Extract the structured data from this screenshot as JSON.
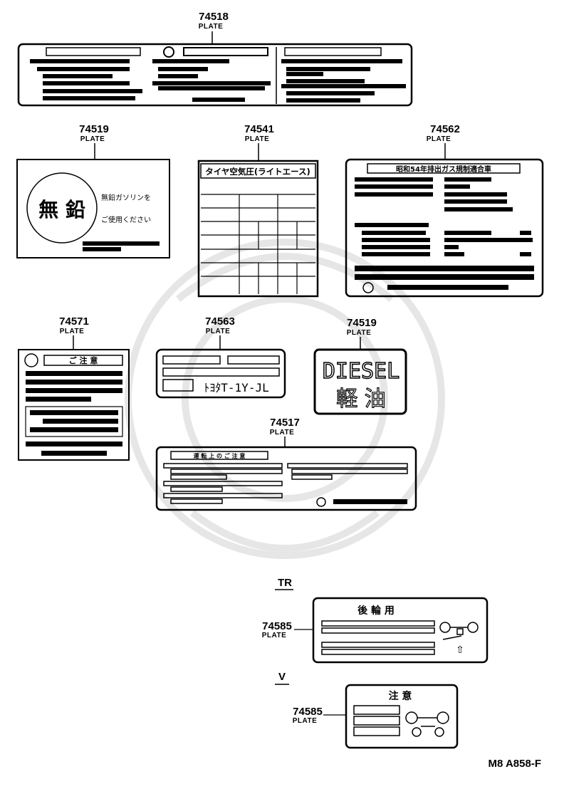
{
  "parts": [
    {
      "part_number": "74518",
      "label": "PLATE"
    },
    {
      "part_number": "74519",
      "label": "PLATE"
    },
    {
      "part_number": "74541",
      "label": "PLATE"
    },
    {
      "part_number": "74562",
      "label": "PLATE"
    },
    {
      "part_number": "74571",
      "label": "PLATE"
    },
    {
      "part_number": "74563",
      "label": "PLATE"
    },
    {
      "part_number": "74519",
      "label": "PLATE"
    },
    {
      "part_number": "74517",
      "label": "PLATE"
    },
    {
      "part_number": "74585",
      "label": "PLATE"
    },
    {
      "part_number": "74585",
      "label": "PLATE"
    }
  ],
  "plates": {
    "unleaded": {
      "big": "無 鉛",
      "line1": "無鉛ガソリンを",
      "line2": "ご使用ください"
    },
    "tire_pressure": {
      "title": "タイヤ空気圧(ライトエース)"
    },
    "emission": {
      "title": "昭和54年排出ガス規制適合車"
    },
    "caution": {
      "title": "ご 注 意"
    },
    "model": {
      "code": "ﾄﾖﾀT-1Y-JL"
    },
    "diesel": {
      "line1": "DIESEL",
      "line2": "軽 油"
    },
    "handling": {
      "title": "運 転 上 の ご 注 意"
    },
    "rear_wheel": {
      "title": "後  輪  用",
      "arrow": "⇧"
    },
    "notice": {
      "title": "注   意"
    }
  },
  "variants": {
    "tr": "TR",
    "v": "V"
  },
  "figure_code": "M8  A858-F",
  "colors": {
    "ink": "#000000",
    "paper": "#ffffff",
    "watermark": "#e6e6e6"
  }
}
